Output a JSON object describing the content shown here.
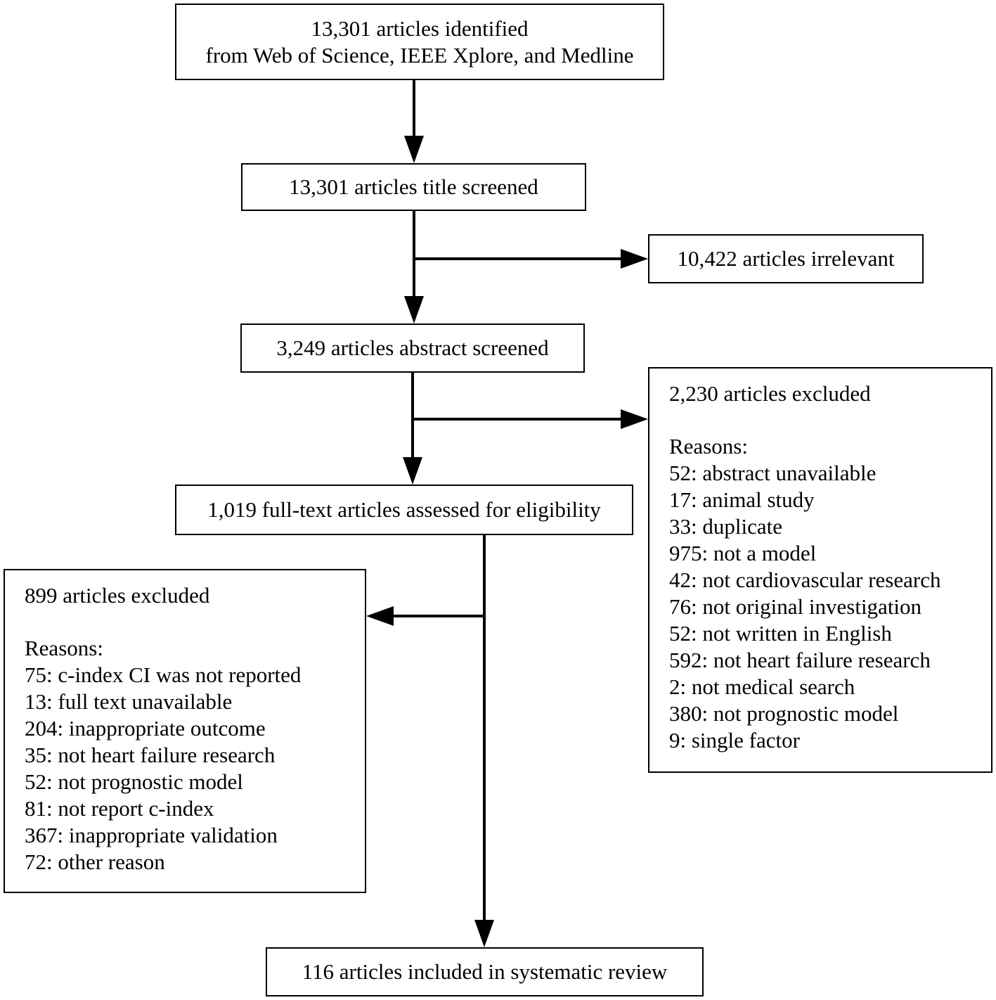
{
  "identified": {
    "lines": [
      "13,301 articles identified",
      "from Web of Science, IEEE Xplore, and Medline"
    ]
  },
  "title_screened": "13,301 articles title screened",
  "irrelevant": "10,422 articles irrelevant",
  "abstract_screened": "3,249 articles abstract screened",
  "abstract_excluded": {
    "heading": "2,230 articles excluded",
    "reasons_label": "Reasons:",
    "reasons": [
      "52: abstract unavailable",
      "17: animal study",
      "33: duplicate",
      "975: not a model",
      "42: not cardiovascular research",
      "76: not original investigation",
      "52: not written in English",
      "592: not heart failure research",
      "2: not medical search",
      "380: not prognostic model",
      "9: single factor"
    ]
  },
  "fulltext_assessed": "1,019 full-text articles assessed for eligibility",
  "fulltext_excluded": {
    "heading": "899 articles excluded",
    "reasons_label": "Reasons:",
    "reasons": [
      "75: c-index CI was not reported",
      "13: full text unavailable",
      "204: inappropriate outcome",
      "35: not heart failure research",
      "52: not prognostic model",
      "81: not report c-index",
      "367: inappropriate validation",
      "72: other reason"
    ]
  },
  "included": "116 articles included in systematic review"
}
